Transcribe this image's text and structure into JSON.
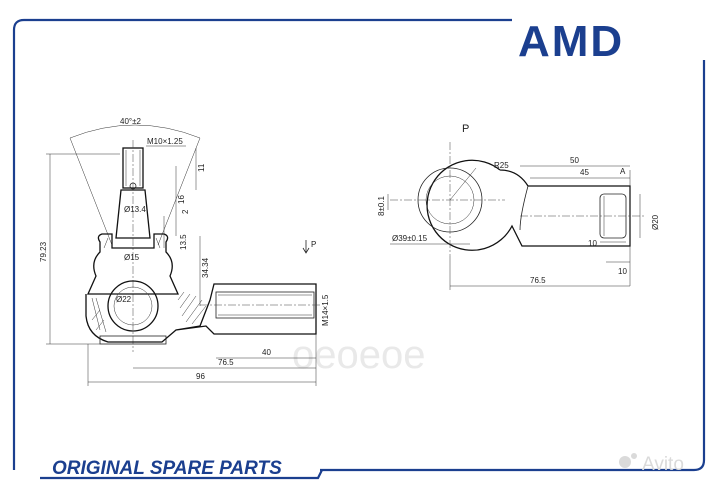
{
  "brand": {
    "logo_text": "AMD",
    "color": "#1b3f8f"
  },
  "footer": {
    "tagline": "ORIGINAL SPARE PARTS"
  },
  "watermark": {
    "center_text": "oeoeoe",
    "corner_text": "Avito"
  },
  "side_view": {
    "angle_label": "40°±2",
    "thread_top": "M10×1.25",
    "dim_11": "11",
    "dim_16": "16",
    "dim_2": "2",
    "dim_13_5": "13.5",
    "dim_34_34": "34.34",
    "dim_79_23": "79.23",
    "dia_13_4": "Ø13.4",
    "dia_15": "Ø15",
    "dia_22": "Ø22",
    "thread_side": "M14×1.5",
    "dim_40": "40",
    "dim_76_5": "76.5",
    "dim_96": "96",
    "view_p": "P"
  },
  "top_view": {
    "label_p": "P",
    "radius": "R25",
    "dim_50": "50",
    "dim_45": "45",
    "section_a": "A",
    "dim_8": "8±0.1",
    "dia_39": "Ø39±0.15",
    "dia_20": "Ø20",
    "dim_10a": "10",
    "dim_10b": "10",
    "dim_76_5": "76.5"
  }
}
